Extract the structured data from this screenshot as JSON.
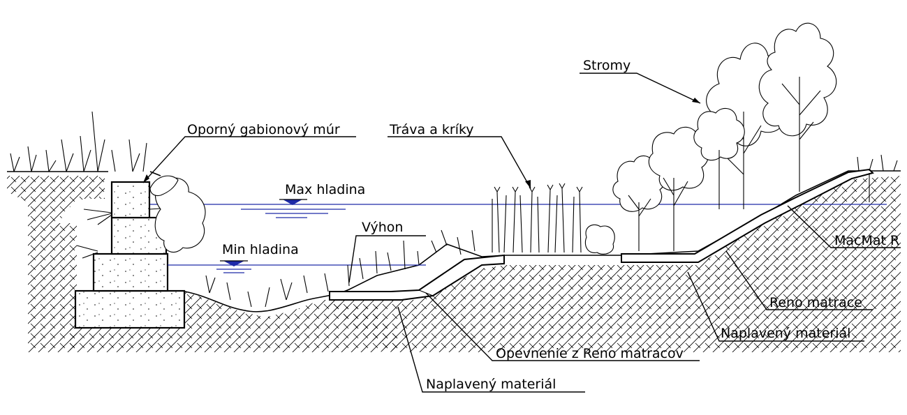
{
  "colors": {
    "water_line": "#1e2aa8",
    "ink": "#000000",
    "background": "#ffffff"
  },
  "labels": {
    "gabion_wall": "Oporný gabionový múr",
    "grass_shrubs": "Tráva a kríky",
    "trees": "Stromy",
    "max_level": "Max hladina",
    "min_level": "Min hladina",
    "groyne": "Výhon",
    "macmat": "MacMat R",
    "reno_mattress": "Reno matrace",
    "deposited_right": "Naplavený materiál",
    "reno_lining": "Opevnenie z Reno matracov",
    "deposited_left": "Naplavený materiál"
  }
}
